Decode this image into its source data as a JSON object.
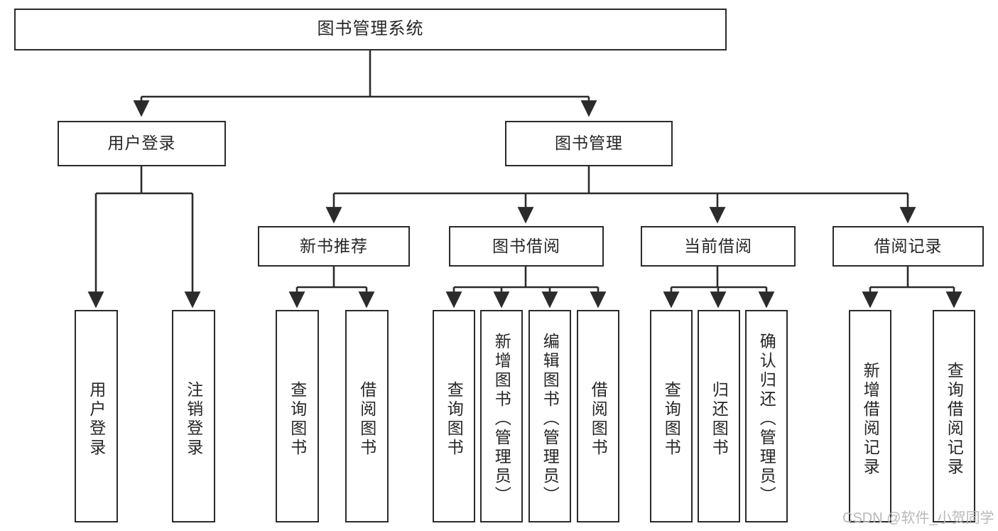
{
  "diagram": {
    "type": "tree-hierarchy",
    "title": "图书管理系统",
    "orientation": "top-down",
    "colors": {
      "box_border": "#2b2b2b",
      "box_fill": "#ffffff",
      "connector": "#2b2b2b",
      "text": "#262626",
      "watermark": "#b9b9b9",
      "background": "#ffffff"
    },
    "levels": {
      "root": {
        "label": "图书管理系统"
      },
      "level2": [
        {
          "label": "用户登录"
        },
        {
          "label": "图书管理"
        }
      ],
      "level3": [
        {
          "label": "新书推荐"
        },
        {
          "label": "图书借阅"
        },
        {
          "label": "当前借阅"
        },
        {
          "label": "借阅记录"
        }
      ],
      "leaves": {
        "user_login": [
          {
            "label": "用户登录"
          },
          {
            "label": "注销登录"
          }
        ],
        "new_book_recommend": [
          {
            "label": "查询图书"
          },
          {
            "label": "借阅图书"
          }
        ],
        "book_borrow": [
          {
            "label": "查询图书"
          },
          {
            "label": "新增图书（管理员）"
          },
          {
            "label": "编辑图书（管理员）"
          },
          {
            "label": "借阅图书"
          }
        ],
        "current_borrow": [
          {
            "label": "查询图书"
          },
          {
            "label": "归还图书"
          },
          {
            "label": "确认归还（管理员）"
          }
        ],
        "borrow_record": [
          {
            "label": "新增借阅记录"
          },
          {
            "label": "查询借阅记录"
          }
        ]
      }
    },
    "watermark": "CSDN @软件_小贺同学"
  }
}
